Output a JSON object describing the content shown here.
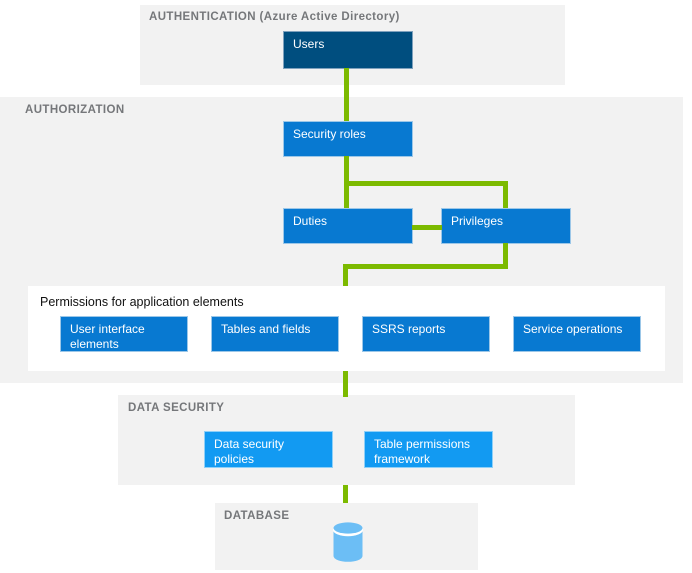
{
  "colors": {
    "connector_green": "#7CBA00",
    "dark_blue": "#004E7F",
    "medium_blue": "#0879D1",
    "light_blue": "#129AF2",
    "cylinder_blue": "#6CBEF5",
    "section_background": "#F2F2F2",
    "section_title_gray": "#75777A"
  },
  "sections": {
    "authentication": {
      "title": "AUTHENTICATION (Azure Active Directory)",
      "users_label": "Users"
    },
    "authorization": {
      "title": "AUTHORIZATION",
      "security_roles_label": "Security roles",
      "duties_label": "Duties",
      "privileges_label": "Privileges",
      "permissions_panel": {
        "title": "Permissions for application elements",
        "items": [
          "User interface elements",
          "Tables and fields",
          "SSRS reports",
          "Service operations"
        ]
      }
    },
    "data_security": {
      "title": "DATA SECURITY",
      "policies_label": "Data security policies",
      "table_permissions_label": "Table permissions framework"
    },
    "database": {
      "title": "DATABASE",
      "icon": "database-cylinder-icon"
    }
  }
}
